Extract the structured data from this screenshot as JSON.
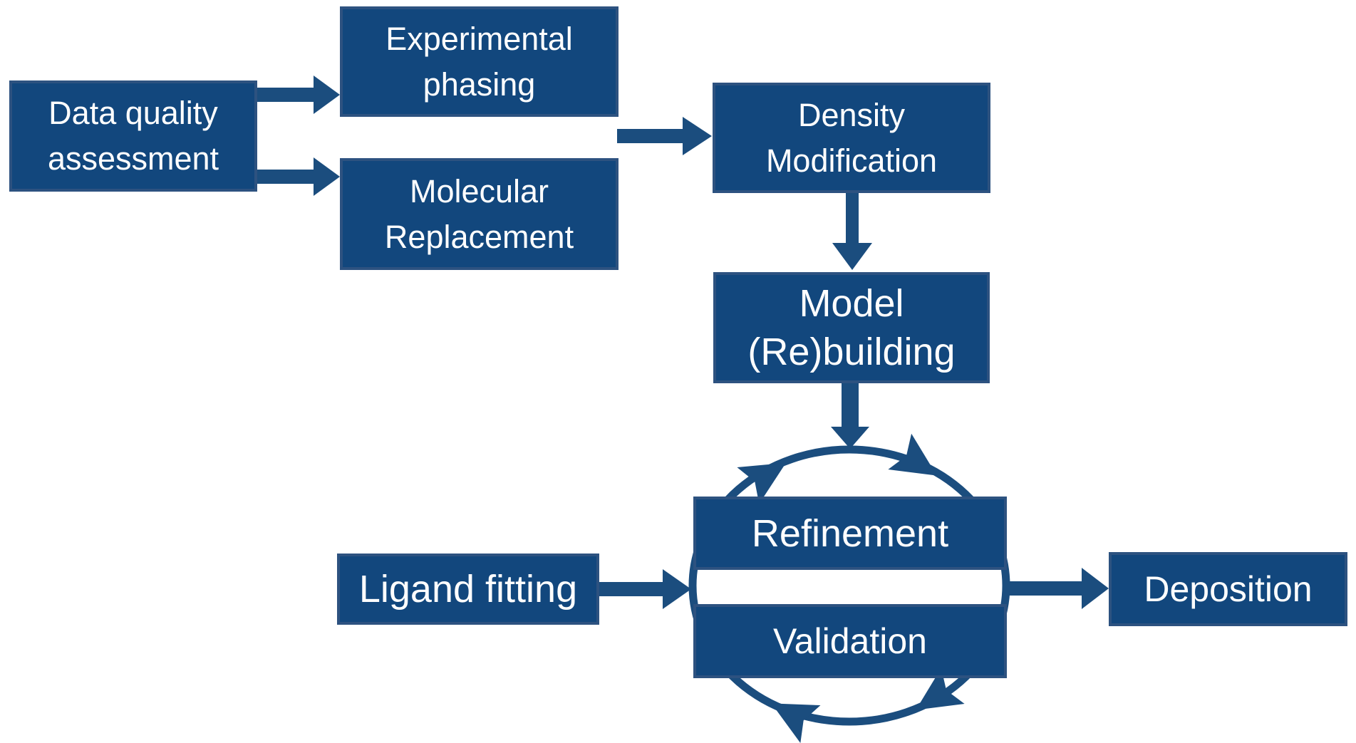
{
  "colors": {
    "background": "#ffffff",
    "box_fill": "#12477D",
    "box_border": "#2D5280",
    "arrow": "#1B4D7E",
    "text": "#FFFFFF"
  },
  "nodes": {
    "data_quality": {
      "line1": "Data quality",
      "line2": "assessment"
    },
    "experimental": {
      "line1": "Experimental",
      "line2": "phasing"
    },
    "molecular": {
      "line1": "Molecular",
      "line2": "Replacement"
    },
    "density": {
      "line1": "Density",
      "line2": "Modification"
    },
    "model": {
      "line1": "Model",
      "line2": "(Re)building"
    },
    "refinement": {
      "label": "Refinement"
    },
    "validation": {
      "label": "Validation"
    },
    "ligand": {
      "label": "Ligand fitting"
    },
    "deposition": {
      "label": "Deposition"
    }
  },
  "edges": [
    {
      "from": "data_quality_assessment",
      "to": "experimental_phasing"
    },
    {
      "from": "data_quality_assessment",
      "to": "molecular_replacement"
    },
    {
      "from": "experimental_phasing_or_molecular_replacement",
      "to": "density_modification"
    },
    {
      "from": "density_modification",
      "to": "model_rebuilding"
    },
    {
      "from": "model_rebuilding",
      "to": "refinement_validation_cycle"
    },
    {
      "from": "ligand_fitting",
      "to": "refinement_validation_cycle"
    },
    {
      "from": "refinement_validation_cycle",
      "to": "deposition"
    }
  ],
  "cycle": {
    "between": [
      "refinement",
      "validation"
    ],
    "direction": "clockwise",
    "arrowhead_count": 4
  }
}
